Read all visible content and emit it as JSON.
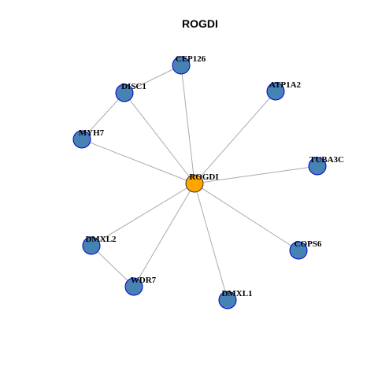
{
  "title": "ROGDI",
  "colors": {
    "hub_fill": "#ffa500",
    "hub_stroke": "#333333",
    "node_fill": "#4682b4",
    "node_stroke": "#0000cd",
    "edge": "#aaaaaa"
  },
  "nodes": [
    {
      "id": "ROGDI",
      "label": "ROGDI",
      "hub": true
    },
    {
      "id": "CEP126",
      "label": "CEP126"
    },
    {
      "id": "DISC1",
      "label": "DISC1"
    },
    {
      "id": "ATP1A2",
      "label": "ATP1A2"
    },
    {
      "id": "MYH7",
      "label": "MYH7"
    },
    {
      "id": "TUBA3C",
      "label": "TUBA3C"
    },
    {
      "id": "DMXL2",
      "label": "DMXL2"
    },
    {
      "id": "COPS6",
      "label": "COPS6"
    },
    {
      "id": "WDR7",
      "label": "WDR7"
    },
    {
      "id": "DMXL1",
      "label": "DMXL1"
    }
  ],
  "edges": [
    [
      "ROGDI",
      "CEP126"
    ],
    [
      "ROGDI",
      "DISC1"
    ],
    [
      "ROGDI",
      "ATP1A2"
    ],
    [
      "ROGDI",
      "MYH7"
    ],
    [
      "ROGDI",
      "TUBA3C"
    ],
    [
      "ROGDI",
      "DMXL2"
    ],
    [
      "ROGDI",
      "COPS6"
    ],
    [
      "ROGDI",
      "WDR7"
    ],
    [
      "ROGDI",
      "DMXL1"
    ],
    [
      "CEP126",
      "DISC1"
    ],
    [
      "DISC1",
      "MYH7"
    ],
    [
      "DMXL2",
      "WDR7"
    ]
  ]
}
